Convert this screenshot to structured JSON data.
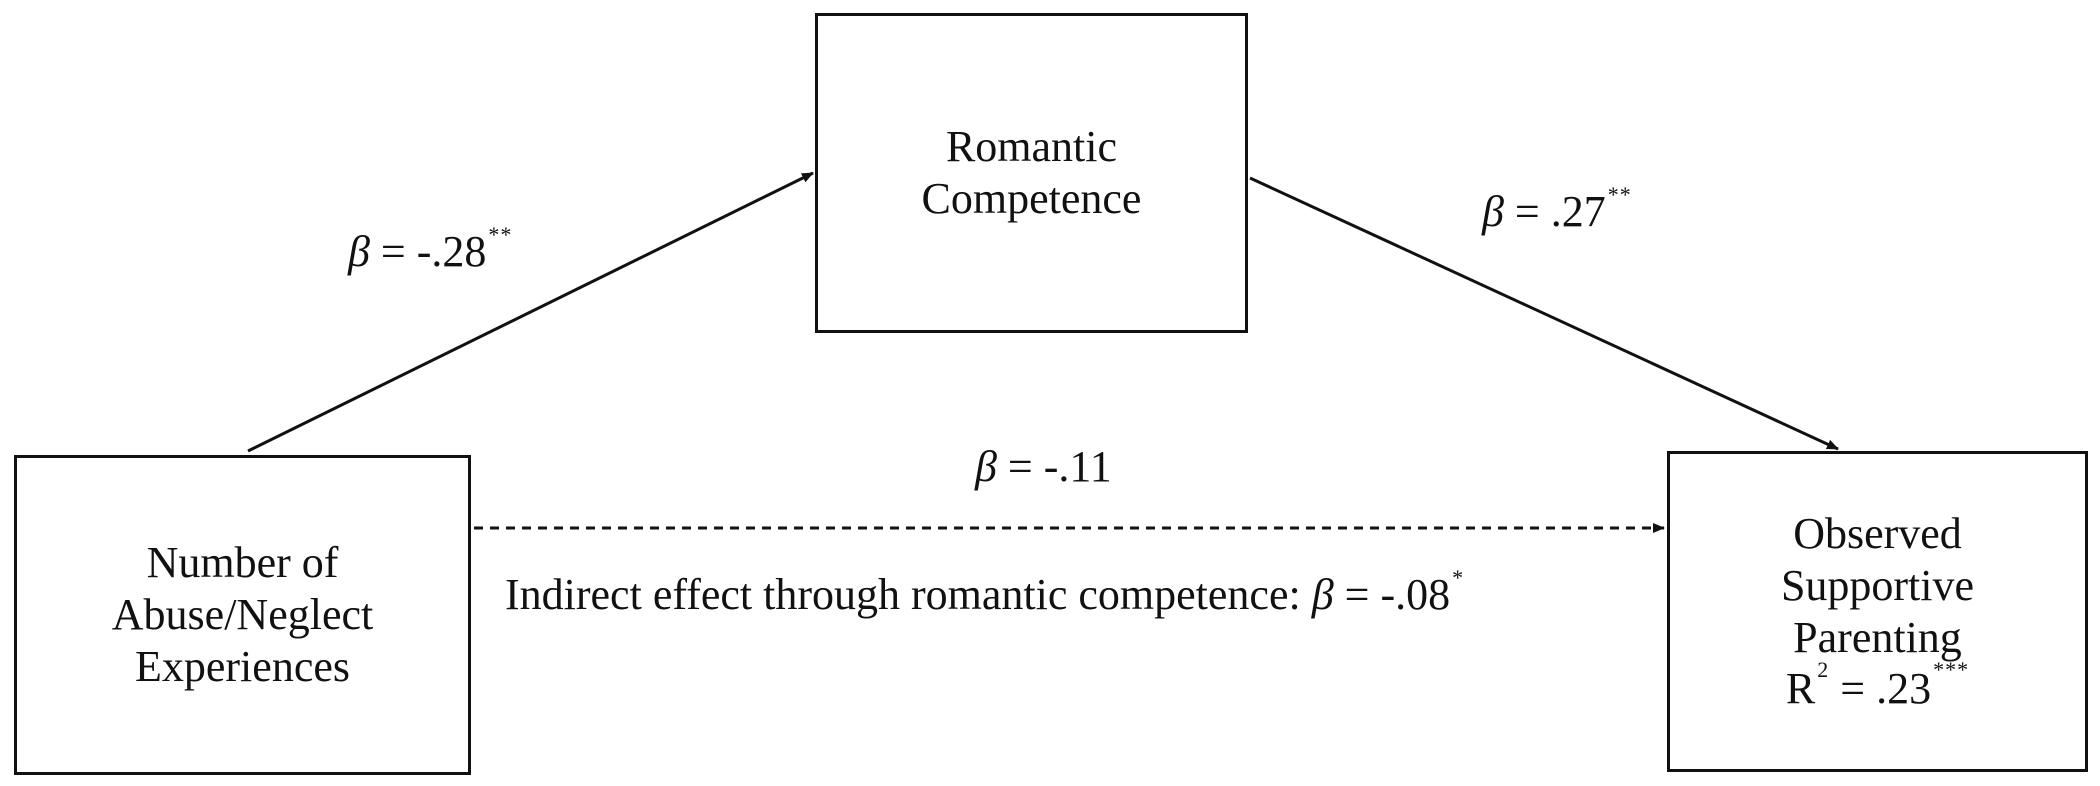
{
  "nodes": {
    "romantic": {
      "lines": [
        "Romantic",
        "Competence"
      ]
    },
    "abuse": {
      "lines": [
        "Number of",
        "Abuse/Neglect",
        "Experiences"
      ]
    },
    "parenting": {
      "lines": [
        "Observed",
        "Supportive",
        "Parenting"
      ],
      "r2_prefix": "R",
      "r2_exp": "2",
      "r2_value": " = .23",
      "r2_sig": "***"
    }
  },
  "paths": {
    "a": {
      "symbol": "β",
      "value": " = -.28",
      "sig": "**"
    },
    "b": {
      "symbol": "β",
      "value": " = .27",
      "sig": "**"
    },
    "c": {
      "symbol": "β",
      "value": " = -.11"
    },
    "indirect": {
      "text": "Indirect effect through romantic competence: ",
      "symbol": "β",
      "value": " = -.08",
      "sig": "*"
    }
  },
  "colors": {
    "stroke": "#111111",
    "background": "#ffffff"
  }
}
